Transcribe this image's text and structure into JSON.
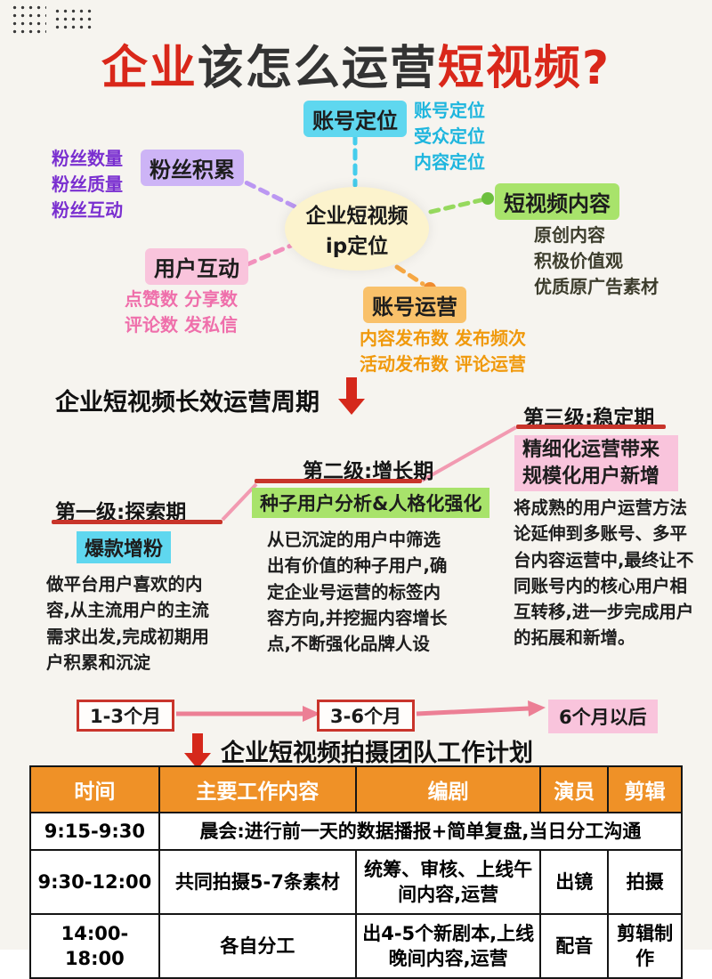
{
  "title": {
    "part1": "企业",
    "part2": "该怎么运营",
    "part3": "短视频?"
  },
  "colors": {
    "title_red": "#d9271a",
    "cyan": "#5fd7ef",
    "purple": "#cdb4f6",
    "pink": "#f9c4dc",
    "green": "#a8e36b",
    "orange": "#f9c16a",
    "underline_red": "#c8342a",
    "table_header": "#ef9127"
  },
  "mindmap": {
    "center": {
      "line1": "企业短视频",
      "line2": "ip定位"
    },
    "account_position": {
      "label": "账号定位",
      "items": [
        "账号定位",
        "受众定位",
        "内容定位"
      ]
    },
    "fan_accumulation": {
      "label": "粉丝积累",
      "items": [
        "粉丝数量",
        "粉丝质量",
        "粉丝互动"
      ]
    },
    "user_interaction": {
      "label": "用户互动",
      "items": [
        "点赞数 分享数",
        "评论数 发私信"
      ]
    },
    "video_content": {
      "label": "短视频内容",
      "items": [
        "原创内容",
        "积极价值观",
        "优质原广告素材"
      ]
    },
    "account_operation": {
      "label": "账号运营",
      "items": [
        "内容发布数 发布频次",
        "活动发布数 评论运营"
      ]
    }
  },
  "cycle": {
    "heading": "企业短视频长效运营周期",
    "stages": [
      {
        "title": "第一级:探索期",
        "highlight": "爆款增粉",
        "body": "做平台用户喜欢的内容,从主流用户的主流需求出发,完成初期用户积累和沉淀"
      },
      {
        "title": "第二级:增长期",
        "highlight": "种子用户分析&人格化强化",
        "body": "从已沉淀的用户中筛选出有价值的种子用户,确定企业号运营的标签内容方向,并挖掘内容增长点,不断强化品牌人设"
      },
      {
        "title": "第三级:稳定期",
        "highlight": "精细化运营带来规模化用户新增",
        "body": "将成熟的用户运营方法论延伸到多账号、多平台内容运营中,最终让不同账号内的核心用户相互转移,进一步完成用户的拓展和新增。"
      }
    ],
    "timeline": [
      "1-3个月",
      "3-6个月",
      "6个月以后"
    ]
  },
  "plan": {
    "heading": "企业短视频拍摄团队工作计划",
    "table": {
      "headers": [
        "时间",
        "主要工作内容",
        "编剧",
        "演员",
        "剪辑"
      ],
      "rows": [
        [
          "9:15-9:30",
          "晨会:进行前一天的数据播报+简单复盘,当日分工沟通"
        ],
        [
          "9:30-12:00",
          "共同拍摄5-7条素材",
          "统筹、审核、上线午间内容,运营",
          "出镜",
          "拍摄"
        ],
        [
          "14:00-18:00",
          "各自分工",
          "出4-5个新剧本,上线晚间内容,运营",
          "配音",
          "剪辑制作"
        ]
      ]
    }
  }
}
